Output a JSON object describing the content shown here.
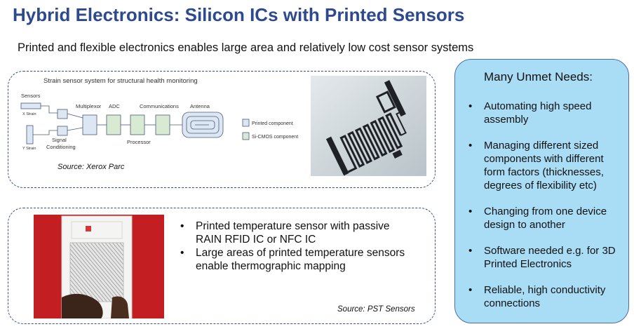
{
  "title": "Hybrid Electronics: Silicon ICs with Printed Sensors",
  "subtitle": "Printed and flexible electronics enables large area and relatively low cost sensor systems",
  "diagram": {
    "heading": "Strain sensor system for structural health monitoring",
    "sensors": "Sensors",
    "x_strain": "X Strain",
    "y_strain": "Y Strain",
    "signal": "Signal",
    "conditioning": "Conditioning",
    "multiplexor": "Multiplexor",
    "adc": "ADC",
    "processor": "Processor",
    "communications": "Communications",
    "antenna": "Antenna",
    "legend_printed": "Printed component",
    "legend_cmos": "Si-CMOS component",
    "colors": {
      "printed": "#dde7f3",
      "cmos": "#d9ead3",
      "stroke": "#4a5a7a"
    }
  },
  "source_top": "Source: Xerox Parc",
  "bottom_bullets": [
    "Printed temperature sensor with passive RAIN RFID IC or NFC IC",
    "Large areas of printed temperature sensors enable thermographic mapping"
  ],
  "source_bottom": "Source: PST Sensors",
  "needs": {
    "title": "Many Unmet Needs:",
    "items": [
      "Automating high speed assembly",
      "Managing different sized components with different form factors (thicknesses, degrees of flexibility etc)",
      "Changing from one device design to another",
      "Software needed e.g. for 3D Printed Electronics",
      "Reliable, high conductivity connections"
    ]
  }
}
